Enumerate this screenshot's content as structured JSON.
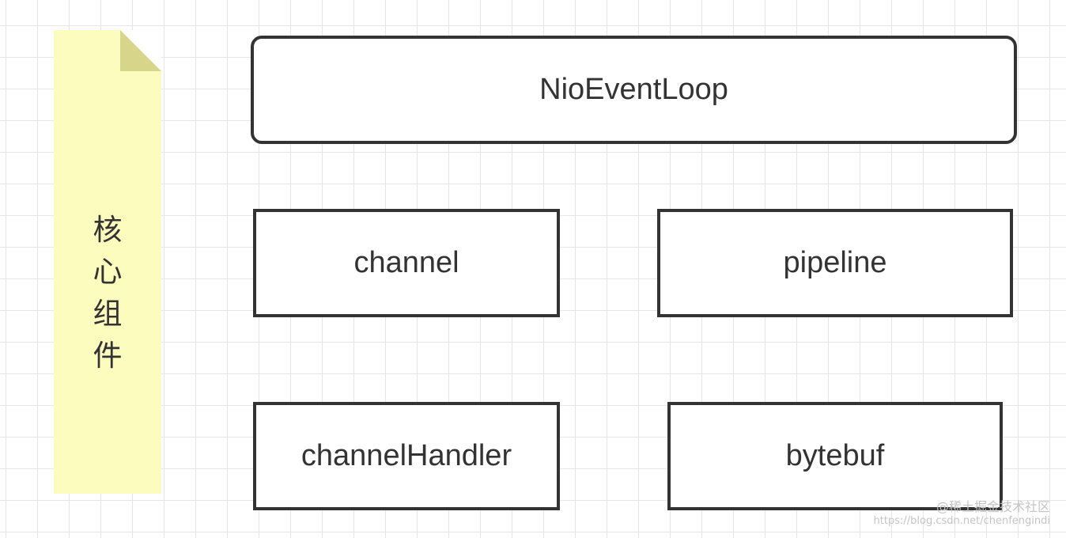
{
  "sticky_note": {
    "label": "核\n心\n组\n件"
  },
  "nodes": {
    "event_loop": "NioEventLoop",
    "channel": "channel",
    "pipeline": "pipeline",
    "channel_handler": "channelHandler",
    "bytebuf": "bytebuf"
  },
  "watermark": {
    "line1": "@稀土掘金技术社区",
    "line2": "https://blog.csdn.net/chenfengindi"
  },
  "colors": {
    "note_fill": "#fdfcbf",
    "note_fold": "#d6d58a",
    "box_stroke": "#333333",
    "grid": "#e6e6e6"
  }
}
